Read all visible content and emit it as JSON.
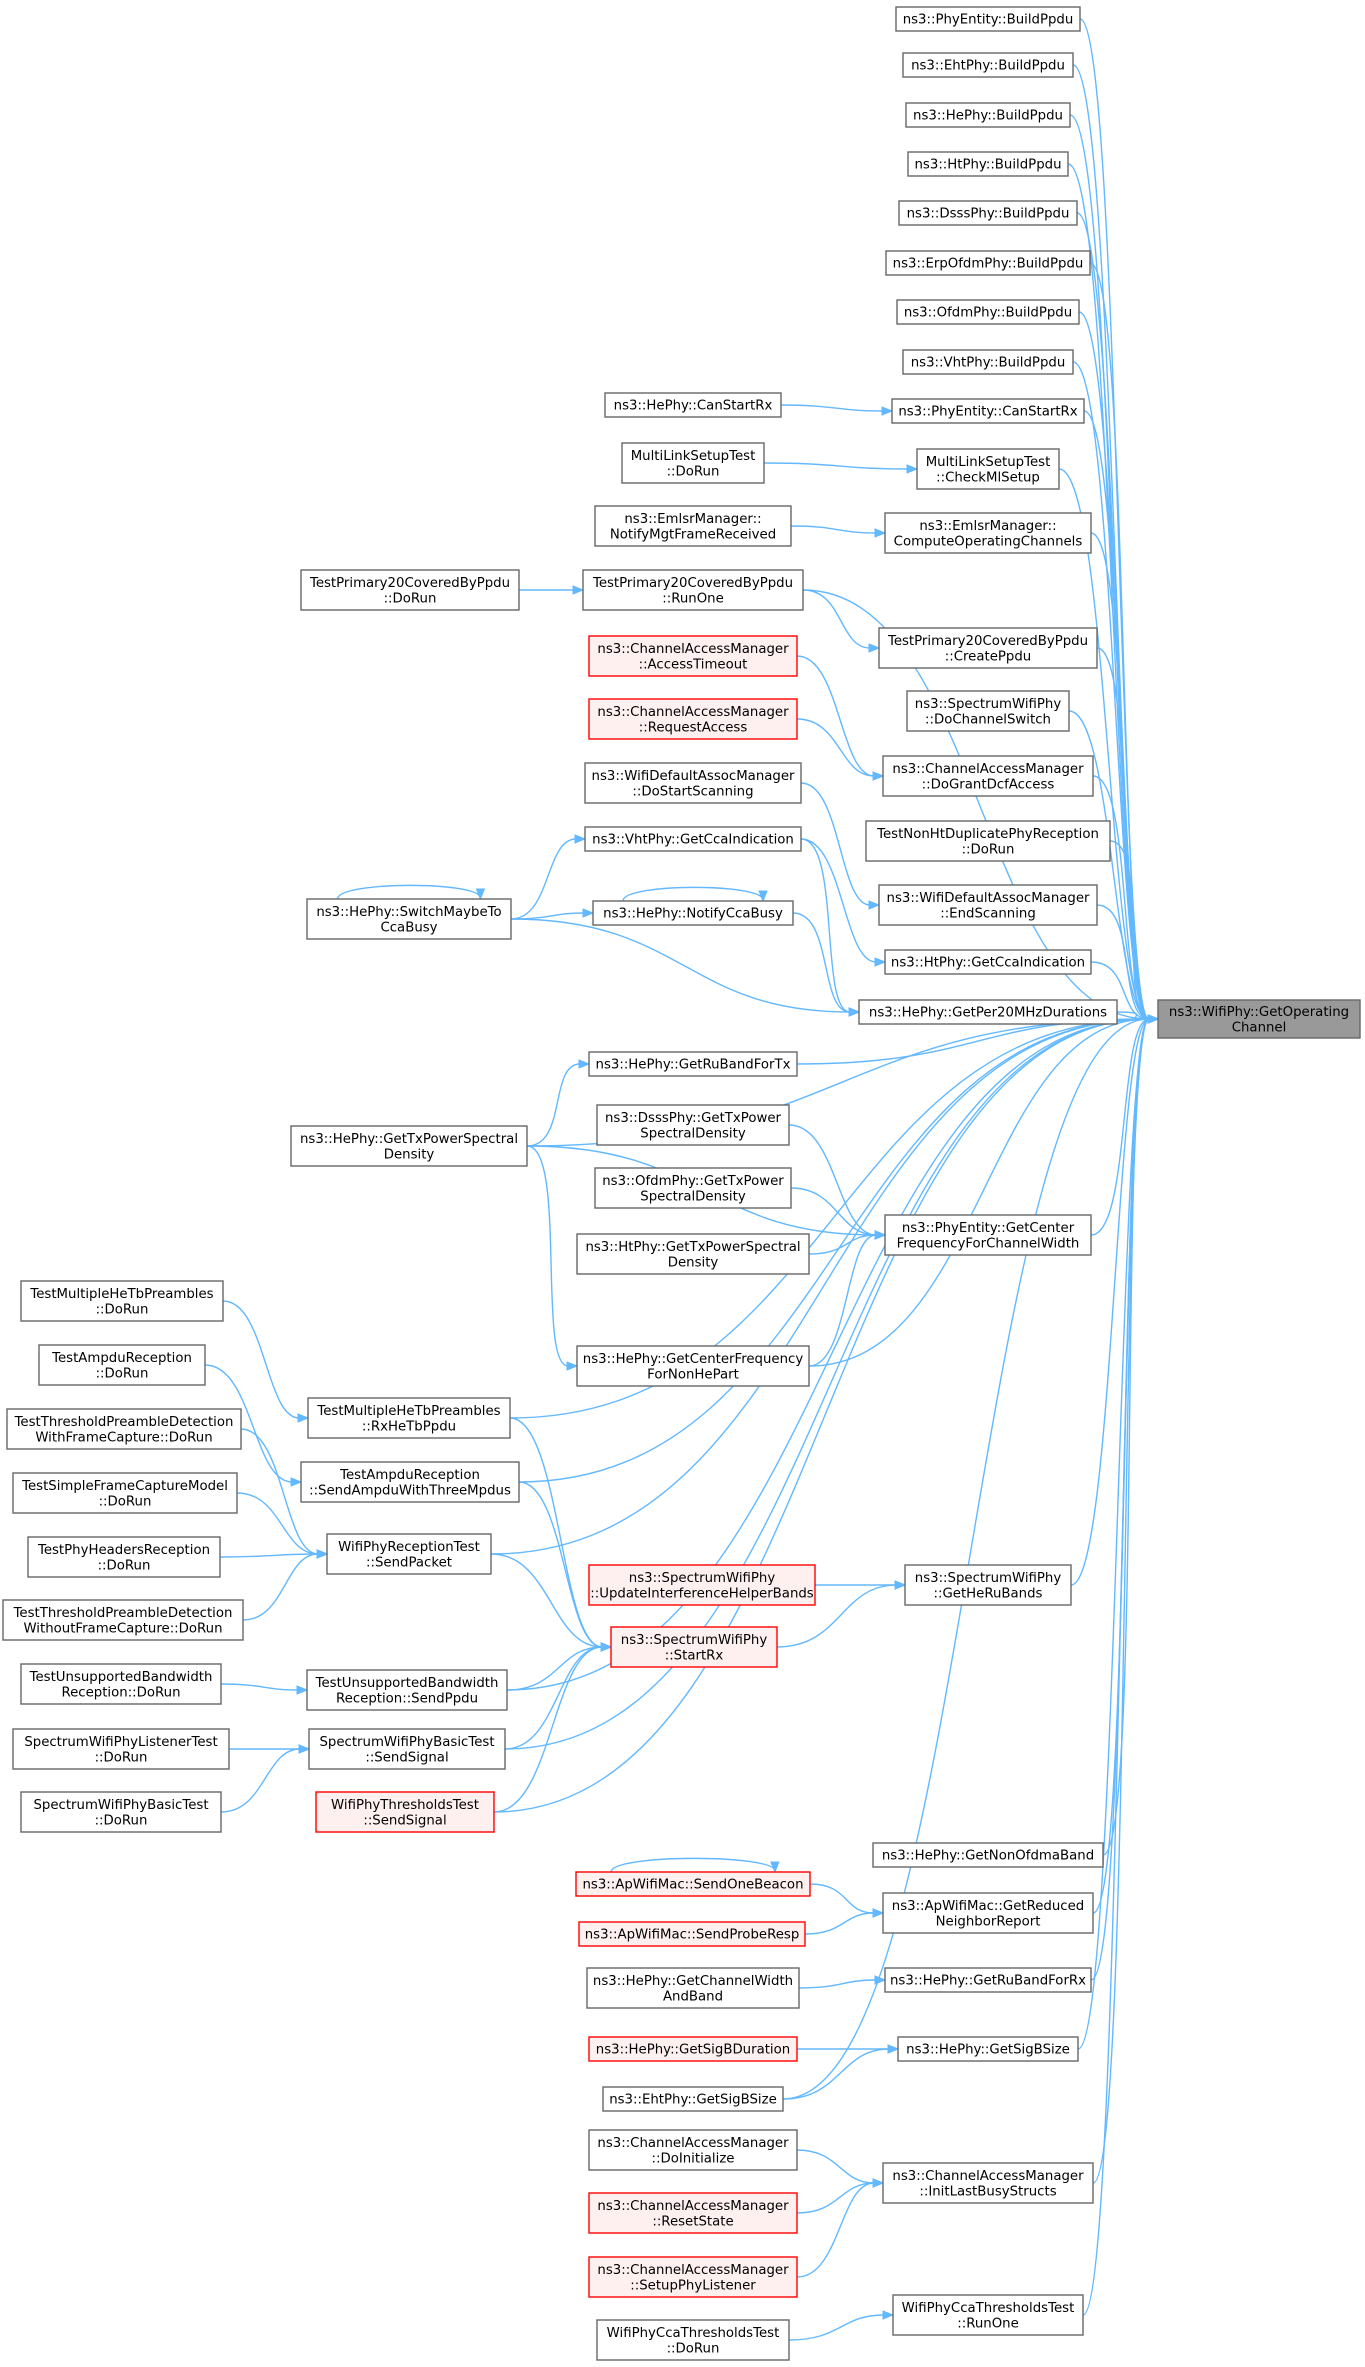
{
  "graph": {
    "root": "ns3::WifiPhy::GetOperating Channel",
    "colors": {
      "edge": "#63b8ff",
      "red_border": "#ff0000",
      "red_fill": "#fff0f0",
      "root_fill": "#999999",
      "border": "#666666"
    },
    "nodes": [
      {
        "id": "root",
        "lines": [
          "ns3::WifiPhy::GetOperating",
          "Channel"
        ],
        "style": "root"
      },
      {
        "id": "phyentity-buildppdu",
        "lines": [
          "ns3::PhyEntity::BuildPpdu"
        ]
      },
      {
        "id": "ehtphy-buildppdu",
        "lines": [
          "ns3::EhtPhy::BuildPpdu"
        ]
      },
      {
        "id": "hephy-buildppdu",
        "lines": [
          "ns3::HePhy::BuildPpdu"
        ]
      },
      {
        "id": "htphy-buildppdu",
        "lines": [
          "ns3::HtPhy::BuildPpdu"
        ]
      },
      {
        "id": "dsssphy-buildppdu",
        "lines": [
          "ns3::DsssPhy::BuildPpdu"
        ]
      },
      {
        "id": "erpofdmphy-buildppdu",
        "lines": [
          "ns3::ErpOfdmPhy::BuildPpdu"
        ]
      },
      {
        "id": "ofdmphy-buildppdu",
        "lines": [
          "ns3::OfdmPhy::BuildPpdu"
        ]
      },
      {
        "id": "vhtphy-buildppdu",
        "lines": [
          "ns3::VhtPhy::BuildPpdu"
        ]
      },
      {
        "id": "phyentity-canstartrx",
        "lines": [
          "ns3::PhyEntity::CanStartRx"
        ]
      },
      {
        "id": "mlst-checkmlsetup",
        "lines": [
          "MultiLinkSetupTest",
          "::CheckMlSetup"
        ]
      },
      {
        "id": "emlsr-computeopchannels",
        "lines": [
          "ns3::EmlsrManager::",
          "ComputeOperatingChannels"
        ]
      },
      {
        "id": "tp20-runone",
        "lines": [
          "TestPrimary20CoveredByPpdu",
          "::RunOne"
        ]
      },
      {
        "id": "tp20-createppdu",
        "lines": [
          "TestPrimary20CoveredByPpdu",
          "::CreatePpdu"
        ]
      },
      {
        "id": "swp-dochannelswitch",
        "lines": [
          "ns3::SpectrumWifiPhy",
          "::DoChannelSwitch"
        ]
      },
      {
        "id": "cam-dograntdcfaccess",
        "lines": [
          "ns3::ChannelAccessManager",
          "::DoGrantDcfAccess"
        ]
      },
      {
        "id": "tnhdpr-dorun",
        "lines": [
          "TestNonHtDuplicatePhyReception",
          "::DoRun"
        ]
      },
      {
        "id": "wdam-endscanning",
        "lines": [
          "ns3::WifiDefaultAssocManager",
          "::EndScanning"
        ]
      },
      {
        "id": "htphy-getccaindication",
        "lines": [
          "ns3::HtPhy::GetCcaIndication"
        ]
      },
      {
        "id": "hephy-getper20mhzdurations",
        "lines": [
          "ns3::HePhy::GetPer20MHzDurations"
        ]
      },
      {
        "id": "phyentity-getcenterfreq",
        "lines": [
          "ns3::PhyEntity::GetCenter",
          "FrequencyForChannelWidth"
        ]
      },
      {
        "id": "swp-getherubands",
        "lines": [
          "ns3::SpectrumWifiPhy",
          "::GetHeRuBands"
        ]
      },
      {
        "id": "hephy-getnonofdmaband",
        "lines": [
          "ns3::HePhy::GetNonOfdmaBand"
        ]
      },
      {
        "id": "apwifimac-getreducedneighborreport",
        "lines": [
          "ns3::ApWifiMac::GetReduced",
          "NeighborReport"
        ]
      },
      {
        "id": "hephy-getrubandforrx",
        "lines": [
          "ns3::HePhy::GetRuBandForRx"
        ]
      },
      {
        "id": "hephy-getsigbsize",
        "lines": [
          "ns3::HePhy::GetSigBSize"
        ]
      },
      {
        "id": "cam-initlastbusystructs",
        "lines": [
          "ns3::ChannelAccessManager",
          "::InitLastBusyStructs"
        ]
      },
      {
        "id": "wpcct-runone",
        "lines": [
          "WifiPhyCcaThresholdsTest",
          "::RunOne"
        ]
      },
      {
        "id": "hephy-canstartrx",
        "lines": [
          "ns3::HePhy::CanStartRx"
        ]
      },
      {
        "id": "mlst-dorun",
        "lines": [
          "MultiLinkSetupTest",
          "::DoRun"
        ]
      },
      {
        "id": "emlsr-notifymgtframereceived",
        "lines": [
          "ns3::EmlsrManager::",
          "NotifyMgtFrameReceived"
        ]
      },
      {
        "id": "cam-accesstimeout",
        "lines": [
          "ns3::ChannelAccessManager",
          "::AccessTimeout"
        ],
        "style": "red"
      },
      {
        "id": "cam-requestaccess",
        "lines": [
          "ns3::ChannelAccessManager",
          "::RequestAccess"
        ],
        "style": "red"
      },
      {
        "id": "wdam-dostartscanning",
        "lines": [
          "ns3::WifiDefaultAssocManager",
          "::DoStartScanning"
        ]
      },
      {
        "id": "vhtphy-getccaindication",
        "lines": [
          "ns3::VhtPhy::GetCcaIndication"
        ]
      },
      {
        "id": "hephy-notifyccabusy",
        "lines": [
          "ns3::HePhy::NotifyCcaBusy"
        ]
      },
      {
        "id": "hephy-getrubandfortx",
        "lines": [
          "ns3::HePhy::GetRuBandForTx"
        ]
      },
      {
        "id": "dsssphy-gettxpsd",
        "lines": [
          "ns3::DsssPhy::GetTxPower",
          "SpectralDensity"
        ]
      },
      {
        "id": "ofdmphy-gettxpsd",
        "lines": [
          "ns3::OfdmPhy::GetTxPower",
          "SpectralDensity"
        ]
      },
      {
        "id": "htphy-gettxpsd",
        "lines": [
          "ns3::HtPhy::GetTxPowerSpectral",
          "Density"
        ]
      },
      {
        "id": "hephy-getcenterfreqnonhe",
        "lines": [
          "ns3::HePhy::GetCenterFrequency",
          "ForNonHePart"
        ]
      },
      {
        "id": "swp-updateinterferencehelperbands",
        "lines": [
          "ns3::SpectrumWifiPhy",
          "::UpdateInterferenceHelperBands"
        ],
        "style": "red"
      },
      {
        "id": "swp-startrx",
        "lines": [
          "ns3::SpectrumWifiPhy",
          "::StartRx"
        ],
        "style": "red"
      },
      {
        "id": "apwifimac-sendonebeacon",
        "lines": [
          "ns3::ApWifiMac::SendOneBeacon"
        ],
        "style": "red"
      },
      {
        "id": "apwifimac-sendproberesp",
        "lines": [
          "ns3::ApWifiMac::SendProbeResp"
        ],
        "style": "red"
      },
      {
        "id": "hephy-getchannelwidthandband",
        "lines": [
          "ns3::HePhy::GetChannelWidth",
          "AndBand"
        ]
      },
      {
        "id": "hephy-getsigbduration",
        "lines": [
          "ns3::HePhy::GetSigBDuration"
        ],
        "style": "red"
      },
      {
        "id": "ehtphy-getsigbsize",
        "lines": [
          "ns3::EhtPhy::GetSigBSize"
        ]
      },
      {
        "id": "cam-doinitialize",
        "lines": [
          "ns3::ChannelAccessManager",
          "::DoInitialize"
        ]
      },
      {
        "id": "cam-resetstate",
        "lines": [
          "ns3::ChannelAccessManager",
          "::ResetState"
        ],
        "style": "red"
      },
      {
        "id": "cam-setupphylistener",
        "lines": [
          "ns3::ChannelAccessManager",
          "::SetupPhyListener"
        ],
        "style": "red"
      },
      {
        "id": "wpcct-dorun",
        "lines": [
          "WifiPhyCcaThresholdsTest",
          "::DoRun"
        ]
      },
      {
        "id": "tp20-dorun",
        "lines": [
          "TestPrimary20CoveredByPpdu",
          "::DoRun"
        ]
      },
      {
        "id": "hephy-switchmaybetoccabusy",
        "lines": [
          "ns3::HePhy::SwitchMaybeTo",
          "CcaBusy"
        ]
      },
      {
        "id": "hephy-gettxpsd",
        "lines": [
          "ns3::HePhy::GetTxPowerSpectral",
          "Density"
        ]
      },
      {
        "id": "tmhtbp-rxhetbppdu",
        "lines": [
          "TestMultipleHeTbPreambles",
          "::RxHeTbPpdu"
        ]
      },
      {
        "id": "tar-sendampduwiththreempdus",
        "lines": [
          "TestAmpduReception",
          "::SendAmpduWithThreeMpdus"
        ]
      },
      {
        "id": "wprt-sendpacket",
        "lines": [
          "WifiPhyReceptionTest",
          "::SendPacket"
        ]
      },
      {
        "id": "tubr-sendppdu",
        "lines": [
          "TestUnsupportedBandwidth",
          "Reception::SendPpdu"
        ]
      },
      {
        "id": "swpbt-sendsignal",
        "lines": [
          "SpectrumWifiPhyBasicTest",
          "::SendSignal"
        ]
      },
      {
        "id": "wptt-sendsignal",
        "lines": [
          "WifiPhyThresholdsTest",
          "::SendSignal"
        ],
        "style": "red"
      },
      {
        "id": "tmhtbp-dorun",
        "lines": [
          "TestMultipleHeTbPreambles",
          "::DoRun"
        ]
      },
      {
        "id": "tar-dorun",
        "lines": [
          "TestAmpduReception",
          "::DoRun"
        ]
      },
      {
        "id": "ttpd-withfc-dorun",
        "lines": [
          "TestThresholdPreambleDetection",
          "WithFrameCapture::DoRun"
        ]
      },
      {
        "id": "tsfcm-dorun",
        "lines": [
          "TestSimpleFrameCaptureModel",
          "::DoRun"
        ]
      },
      {
        "id": "tphr-dorun",
        "lines": [
          "TestPhyHeadersReception",
          "::DoRun"
        ]
      },
      {
        "id": "ttpd-withoutfc-dorun",
        "lines": [
          "TestThresholdPreambleDetection",
          "WithoutFrameCapture::DoRun"
        ]
      },
      {
        "id": "tubr-dorun",
        "lines": [
          "TestUnsupportedBandwidth",
          "Reception::DoRun"
        ]
      },
      {
        "id": "swplt-dorun",
        "lines": [
          "SpectrumWifiPhyListenerTest",
          "::DoRun"
        ]
      },
      {
        "id": "swpbt-dorun",
        "lines": [
          "SpectrumWifiPhyBasicTest",
          "::DoRun"
        ]
      }
    ]
  }
}
